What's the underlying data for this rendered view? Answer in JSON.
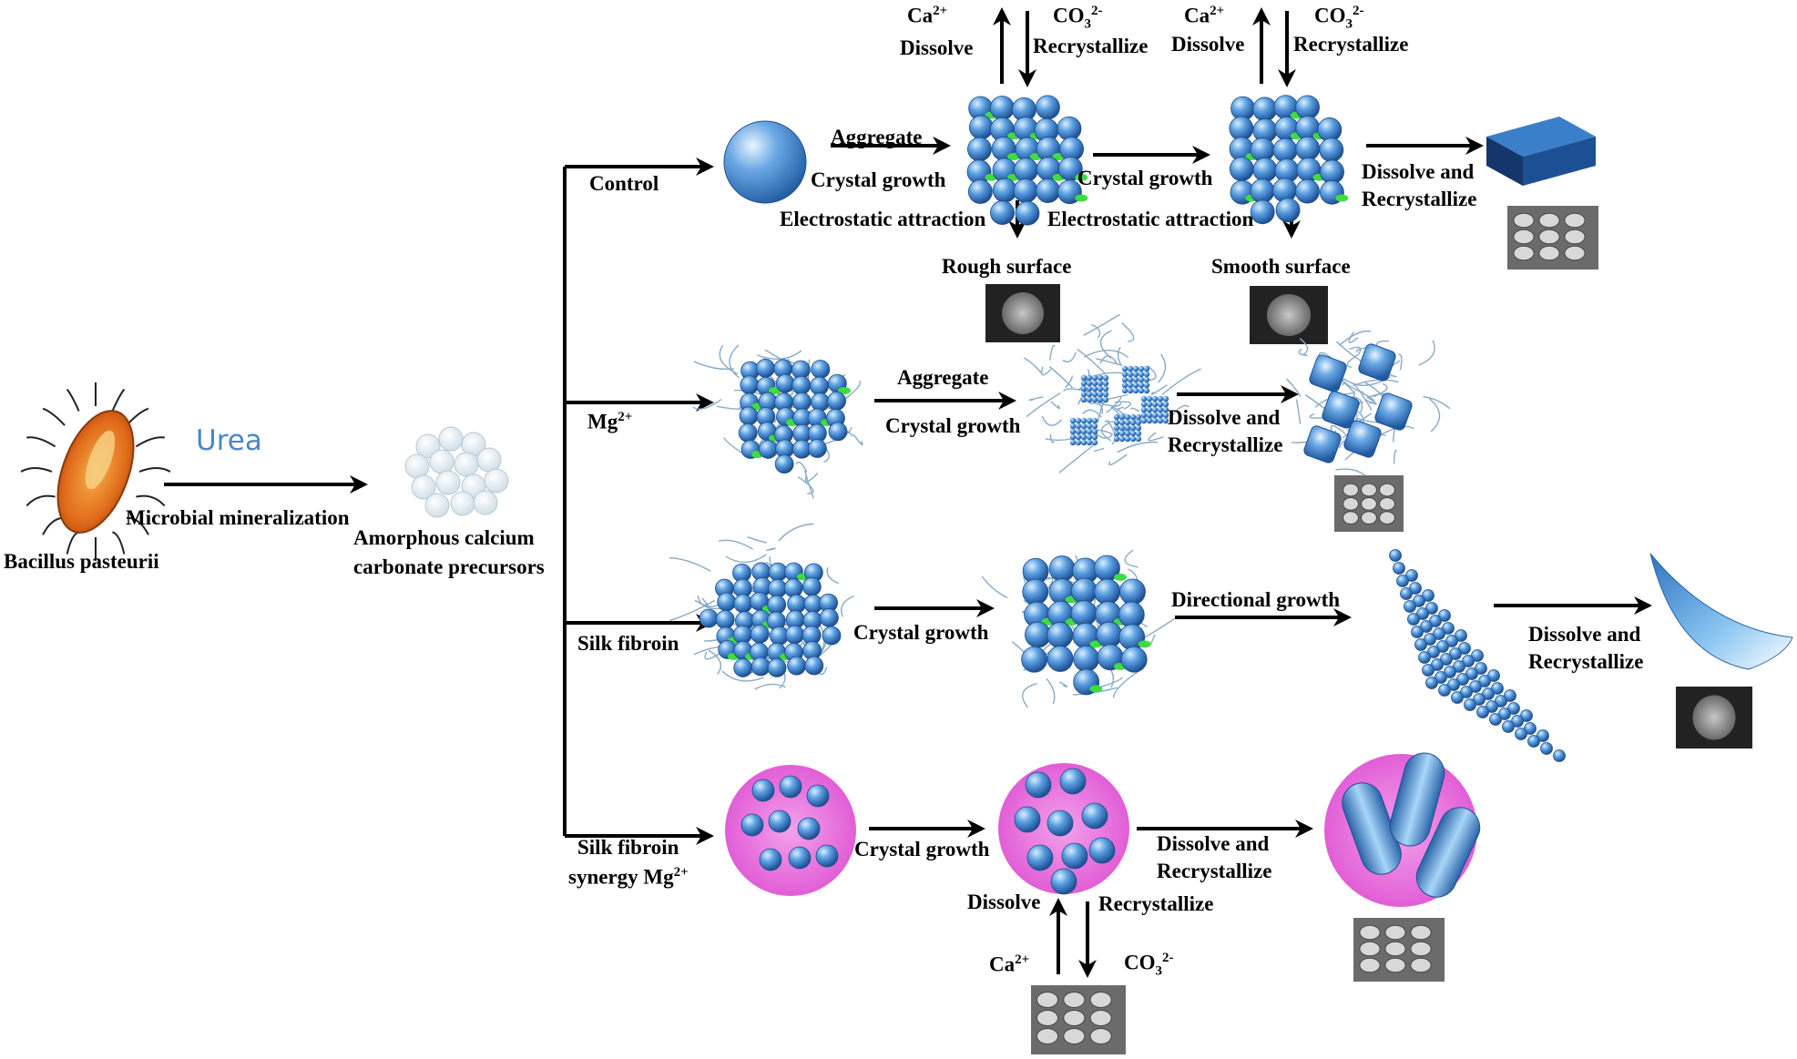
{
  "start": {
    "organism": "Bacillus pasteurii",
    "reagent": "Urea",
    "process": "Microbial mineralization",
    "precursor_line1": "Amorphous calcium",
    "precursor_line2": "carbonate precursors"
  },
  "branches": {
    "control": "Control",
    "mg": "Mg",
    "mg_sup": "2+",
    "silk": "Silk fibroin",
    "synergy_line1": "Silk fibroin",
    "synergy_line2": "synergy Mg",
    "synergy_sup": "2+"
  },
  "control": {
    "ca_ion": "Ca",
    "ca_sup": "2+",
    "co3_ion": "CO",
    "co3_sub": "3",
    "co3_sup": "2-",
    "dissolve": "Dissolve",
    "recrystallize": "Recrystallize",
    "aggregate": "Aggregate",
    "crystal_growth": "Crystal growth",
    "electrostatic": "Electrostatic attraction",
    "rough_surface": "Rough surface",
    "smooth_surface": "Smooth surface",
    "dissolve_and": "Dissolve and",
    "recrystallize2": "Recrystallize"
  },
  "mg_row": {
    "aggregate": "Aggregate",
    "crystal_growth": "Crystal growth",
    "dissolve_and": "Dissolve and",
    "recrystallize": "Recrystallize"
  },
  "silk_row": {
    "crystal_growth": "Crystal growth",
    "directional_growth": "Directional growth",
    "dissolve_and": "Dissolve and",
    "recrystallize": "Recrystallize"
  },
  "synergy_row": {
    "crystal_growth": "Crystal growth",
    "dissolve_and": "Dissolve and",
    "recrystallize": "Recrystallize",
    "dissolve": "Dissolve",
    "recrystallize_small": "Recrystallize",
    "ca_ion": "Ca",
    "ca_sup": "2+",
    "co3_ion": "CO",
    "co3_sub": "3",
    "co3_sup": "2-"
  },
  "colors": {
    "sphere": "#3f86d0",
    "sphere_light": "#9fd0f5",
    "magenta": "#e85ad8",
    "green_dot": "#3fdc3f",
    "fiber": "#88aac8",
    "urea_text": "#4a86c8"
  }
}
